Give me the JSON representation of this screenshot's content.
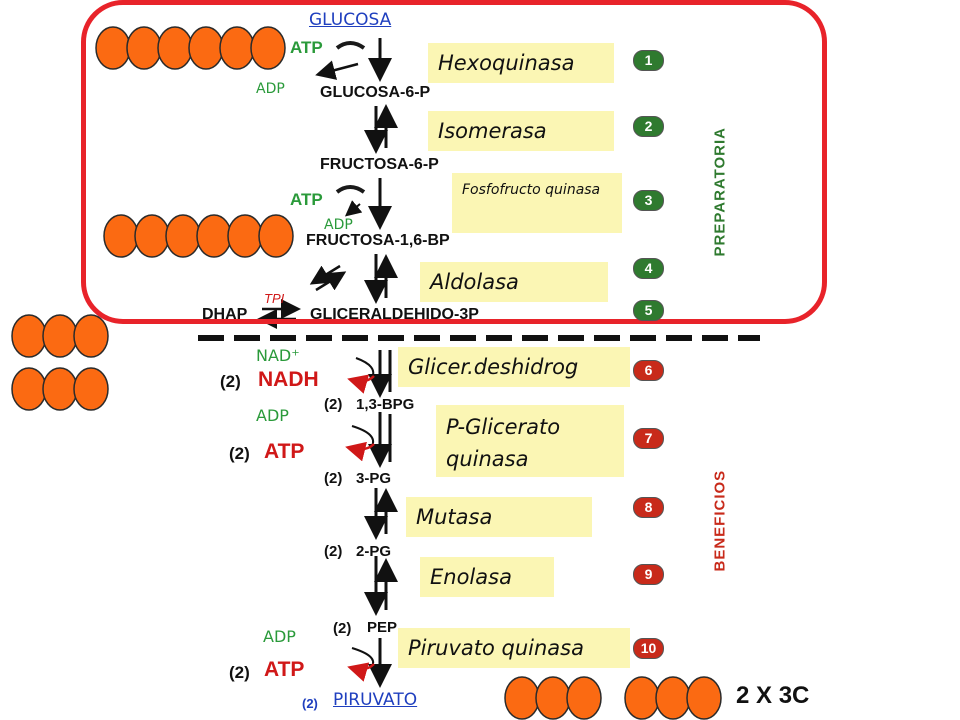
{
  "labels": {
    "glucosa": "GLUCOSA",
    "piruvato": "PIRUVATO",
    "piruvato_coef": "(2)",
    "two_x_3c": "2 X 3C",
    "preparatoria": "PREPARATORIA",
    "beneficios": "BENEFICIOS"
  },
  "metabolites": {
    "g6p": "GLUCOSA-6-P",
    "f6p": "FRUCTOSA-6-P",
    "f16bp": "FRUCTOSA-1,6-BP",
    "dhap": "DHAP",
    "tpi": "TPI",
    "g3p": "GLICERALDEHIDO-3P",
    "bpg_coef": "(2)",
    "bpg": "1,3-BPG",
    "pg3_coef": "(2)",
    "pg3": "3-PG",
    "pg2_coef": "(2)",
    "pg2": "2-PG",
    "pep_coef": "(2)",
    "pep": "PEP"
  },
  "cofactors": {
    "atp1": "ATP",
    "adp1": "ADP",
    "atp2": "ATP",
    "adp2": "ADP",
    "nad": "NAD⁺",
    "nadh_coef": "(2)",
    "nadh": "NADH",
    "adp7": "ADP",
    "atp7_coef": "(2)",
    "atp7": "ATP",
    "adp10": "ADP",
    "atp10_coef": "(2)",
    "atp10": "ATP"
  },
  "enzymes": [
    "Hexoquinasa",
    "Isomerasa",
    "Fosfofructo quinasa",
    "Aldolasa",
    "Glicer.deshidrog",
    "P-Glicerato quinasa",
    "Mutasa",
    "Enolasa",
    "Piruvato quinasa"
  ],
  "steps": [
    "1",
    "2",
    "3",
    "4",
    "5",
    "6",
    "7",
    "8",
    "9",
    "10"
  ],
  "carbon_groups": [
    {
      "where": "glucosa",
      "count": 6
    },
    {
      "where": "fructosa-1,6-bp",
      "count": 6
    },
    {
      "where": "triose-1",
      "count": 3
    },
    {
      "where": "triose-2",
      "count": 3
    },
    {
      "where": "piruvato-1",
      "count": 3
    },
    {
      "where": "piruvato-2",
      "count": 3
    }
  ],
  "colors": {
    "carbon": "#fb6a12",
    "frame": "#e8232a",
    "enzyme_box": "#fbf6b4",
    "step_prep": "#2f7a2f",
    "step_benef": "#c82a1a",
    "link": "#1f3fbf"
  }
}
